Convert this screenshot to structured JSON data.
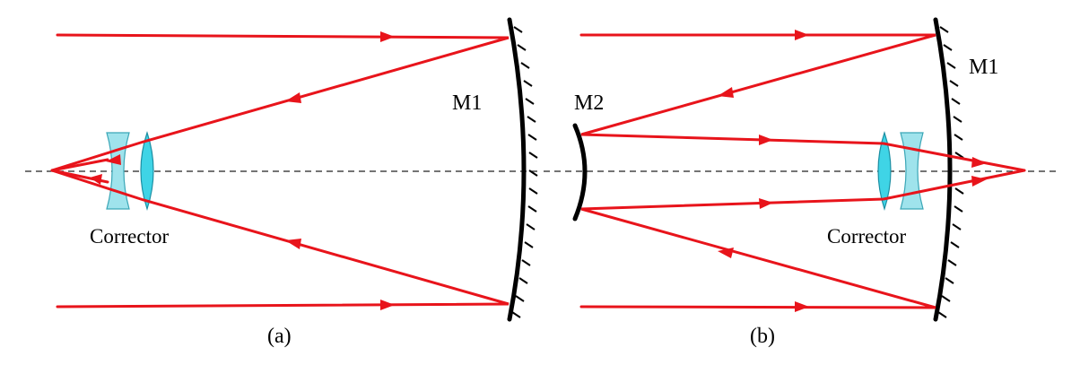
{
  "panels": {
    "a": {
      "caption": "(a)",
      "mirror_label": "M1",
      "corrector_label": "Corrector"
    },
    "b": {
      "caption": "(b)",
      "primary_mirror_label": "M1",
      "secondary_mirror_label": "M2",
      "corrector_label": "Corrector"
    }
  },
  "colors": {
    "ray": "#e8141b",
    "mirror": "#000000",
    "lens_concave": "#9fe3ec",
    "lens_convex": "#3fd4e6"
  }
}
